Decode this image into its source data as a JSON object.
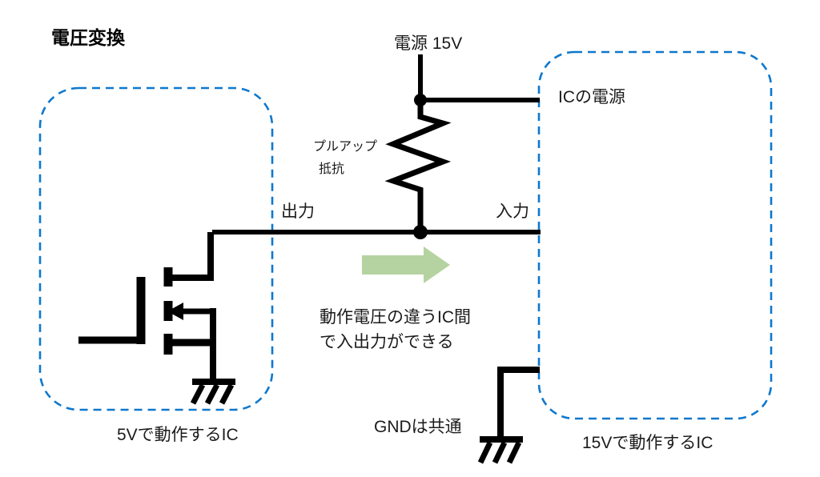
{
  "title": "電圧変換",
  "colors": {
    "wire_black": "#000000",
    "dashed_box_blue": "#0e78cd",
    "arrow_green": "#b5d3a0"
  },
  "labels": {
    "power_supply": "電源 15V",
    "ic_power": "ICの電源",
    "pullup_resistor_line1": "プルアップ",
    "pullup_resistor_line2": "抵抗",
    "output": "出力",
    "input": "入力",
    "annotation_line1": "動作電圧の違うIC間",
    "annotation_line2": "で入出力ができる",
    "gnd_common": "GNDは共通",
    "left_ic": "5Vで動作するIC",
    "right_ic": "15Vで動作するIC"
  }
}
